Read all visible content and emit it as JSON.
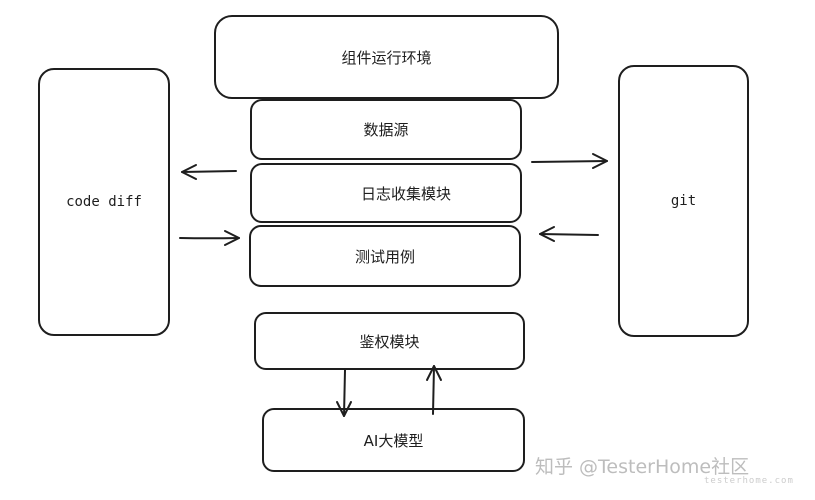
{
  "nodes": {
    "runtime_env": "组件运行环境",
    "data_source": "数据源",
    "log_collection": "日志收集模块",
    "test_cases": "测试用例",
    "auth": "鉴权模块",
    "ai_model": "AI大模型",
    "code_diff": "code diff",
    "git": "git"
  },
  "watermark": {
    "text": "知乎 @TesterHome社区",
    "sub": "testerhome.com"
  },
  "colors": {
    "stroke": "#1e1e1e",
    "background": "#ffffff",
    "watermark": "#bdbdbd"
  }
}
